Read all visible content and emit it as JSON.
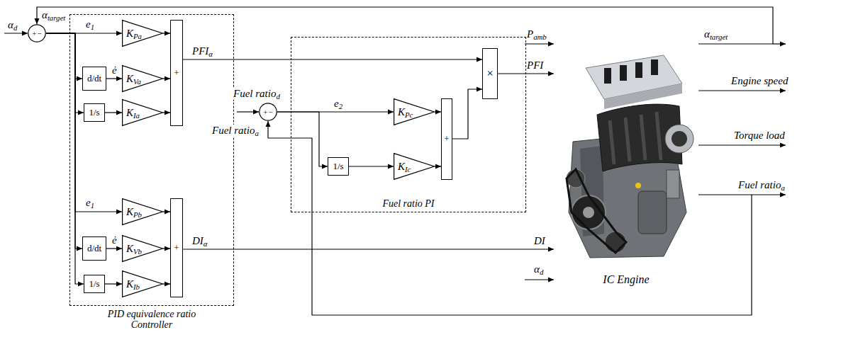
{
  "diagram": {
    "nodes": [
      {
        "text": [
          "PID equivalence ratio Controller"
        ]
      },
      {
        "text": [
          "Fuel ratio PI"
        ]
      },
      {
        "text": [
          "IC Engine"
        ]
      },
      {
        "text": [
          "+",
          "−"
        ]
      },
      {
        "text": [
          "+",
          "−"
        ]
      },
      {
        "text": [
          "d/dt"
        ],
        "in": 0
      },
      {
        "text": [
          "1/s"
        ],
        "in": 0
      },
      {
        "text": [
          "KPa"
        ],
        "in": 0
      },
      {
        "text": [
          "KVa"
        ],
        "in": 0
      },
      {
        "text": [
          "KIa"
        ],
        "in": 0
      },
      {
        "text": [
          "+"
        ],
        "in": 0
      },
      {
        "text": [
          "d/dt"
        ],
        "in": 0
      },
      {
        "text": [
          "1/s"
        ],
        "in": 0
      },
      {
        "text": [
          "KPb"
        ],
        "in": 0
      },
      {
        "text": [
          "KVb"
        ],
        "in": 0
      },
      {
        "text": [
          "KIb"
        ],
        "in": 0
      },
      {
        "text": [
          "+"
        ],
        "in": 0
      },
      {
        "text": [
          "1/s"
        ],
        "in": 1
      },
      {
        "text": [
          "KPc"
        ],
        "in": 1
      },
      {
        "text": [
          "KIc"
        ],
        "in": 1
      },
      {
        "text": [
          "+"
        ],
        "in": 1
      },
      {
        "text": [
          "×"
        ],
        "in": 1
      }
    ],
    "edges": [
      {
        "from": 3,
        "to": 7,
        "arrow": "to",
        "label": "e1"
      },
      {
        "from": 3,
        "to": 5,
        "arrow": "to"
      },
      {
        "from": 3,
        "to": 6,
        "arrow": "to"
      },
      {
        "from": 3,
        "to": 13,
        "arrow": "to",
        "label": "e1"
      },
      {
        "from": 3,
        "to": 11,
        "arrow": "to"
      },
      {
        "from": 3,
        "to": 12,
        "arrow": "to"
      },
      {
        "from": 5,
        "to": 8,
        "arrow": "to",
        "label": "ė"
      },
      {
        "from": 6,
        "to": 9,
        "arrow": "to"
      },
      {
        "from": 7,
        "to": 10,
        "arrow": "to"
      },
      {
        "from": 8,
        "to": 10,
        "arrow": "to"
      },
      {
        "from": 9,
        "to": 10,
        "arrow": "to"
      },
      {
        "from": 11,
        "to": 14,
        "arrow": "to",
        "label": "ė"
      },
      {
        "from": 12,
        "to": 15,
        "arrow": "to"
      },
      {
        "from": 13,
        "to": 16,
        "arrow": "to"
      },
      {
        "from": 14,
        "to": 16,
        "arrow": "to"
      },
      {
        "from": 15,
        "to": 16,
        "arrow": "to"
      },
      {
        "from": 10,
        "to": 21,
        "arrow": "to",
        "label": "PFIα"
      },
      {
        "from": 16,
        "to": 2,
        "arrow": "to",
        "label": "DIα"
      },
      {
        "from": 4,
        "to": 18,
        "arrow": "to",
        "label": "e2"
      },
      {
        "from": 4,
        "to": 17,
        "arrow": "to"
      },
      {
        "from": 17,
        "to": 19,
        "arrow": "to"
      },
      {
        "from": 18,
        "to": 20,
        "arrow": "to"
      },
      {
        "from": 19,
        "to": 20,
        "arrow": "to"
      },
      {
        "from": 20,
        "to": 21,
        "arrow": "to"
      },
      {
        "from": 21,
        "to": 2,
        "arrow": "to",
        "label": "PFI"
      },
      {
        "from": 2,
        "to": 3,
        "arrow": "to",
        "label": "αtarget"
      },
      {
        "from": 2,
        "to": 4,
        "arrow": "to",
        "label": "Fuel ratioa"
      }
    ],
    "labels": [
      "αd",
      "Fuel ratiod",
      "Pamb",
      "DI",
      "αd",
      "αtarget",
      "Engine speed",
      "Torque load",
      "Fuel ratioa"
    ]
  }
}
